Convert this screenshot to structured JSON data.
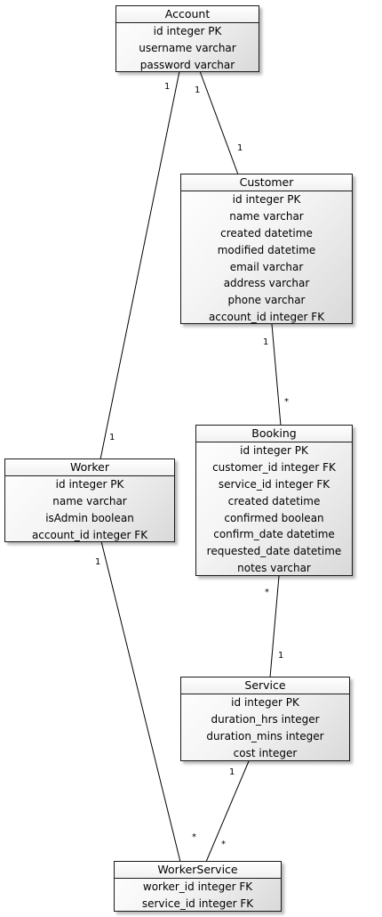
{
  "entities": {
    "account": {
      "name": "Account",
      "attributes": [
        "id integer PK",
        "username varchar",
        "password varchar"
      ]
    },
    "customer": {
      "name": "Customer",
      "attributes": [
        "id integer PK",
        "name varchar",
        "created datetime",
        "modified datetime",
        "email varchar",
        "address varchar",
        "phone varchar",
        "account_id integer FK"
      ]
    },
    "booking": {
      "name": "Booking",
      "attributes": [
        "id integer PK",
        "customer_id integer FK",
        "service_id integer FK",
        "created datetime",
        "confirmed boolean",
        "confirm_date datetime",
        "requested_date datetime",
        "notes varchar"
      ]
    },
    "worker": {
      "name": "Worker",
      "attributes": [
        "id integer PK",
        "name varchar",
        "isAdmin boolean",
        "account_id integer FK"
      ]
    },
    "service": {
      "name": "Service",
      "attributes": [
        "id integer PK",
        "duration_hrs integer",
        "duration_mins integer",
        "cost integer"
      ]
    },
    "worker_service": {
      "name": "WorkerService",
      "attributes": [
        "worker_id integer FK",
        "service_id integer FK"
      ]
    }
  },
  "relationships": [
    {
      "from": "Account",
      "to": "Worker",
      "from_multiplicity": "1",
      "to_multiplicity": "1"
    },
    {
      "from": "Account",
      "to": "Customer",
      "from_multiplicity": "1",
      "to_multiplicity": "1"
    },
    {
      "from": "Customer",
      "to": "Booking",
      "from_multiplicity": "1",
      "to_multiplicity": "*"
    },
    {
      "from": "Booking",
      "to": "Service",
      "from_multiplicity": "*",
      "to_multiplicity": "1"
    },
    {
      "from": "Worker",
      "to": "WorkerService",
      "from_multiplicity": "1",
      "to_multiplicity": "*"
    },
    {
      "from": "Service",
      "to": "WorkerService",
      "from_multiplicity": "1",
      "to_multiplicity": "*"
    }
  ]
}
